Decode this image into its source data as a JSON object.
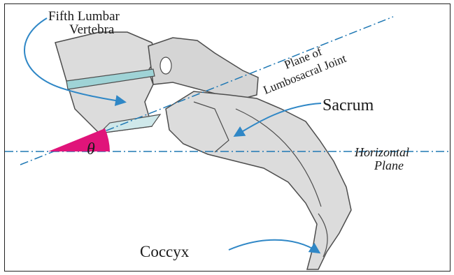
{
  "diagram": {
    "labels": {
      "fifth_lumbar_line1": "Fifth Lumbar",
      "fifth_lumbar_line2": "Vertebra",
      "plane_line1": "Plane of",
      "plane_line2": "Lumbosacral Joint",
      "sacrum": "Sacrum",
      "horizontal_line1": "Horizontal",
      "horizontal_line2": "Plane",
      "coccyx": "Coccyx",
      "angle_symbol": "θ"
    },
    "colors": {
      "bone_fill": "#dcdcdc",
      "bone_stroke": "#4d4d4d",
      "disc": "#9fd3d6",
      "arrow": "#2f87c6",
      "axis_line": "#1f78b4",
      "angle_fill": "#e0147a"
    }
  }
}
